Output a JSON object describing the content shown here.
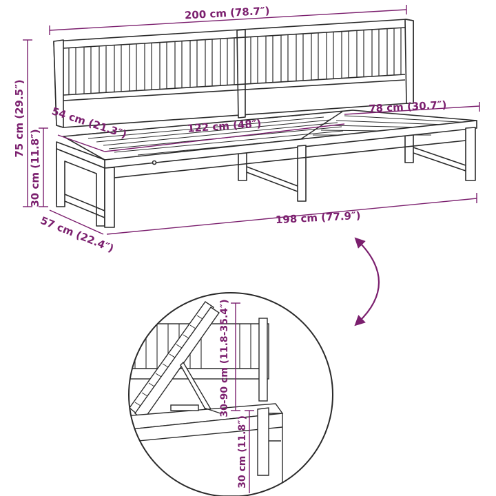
{
  "colors": {
    "dimension": "#7b1f6e",
    "outline": "#2a2a2a",
    "background": "#ffffff"
  },
  "dimensions": {
    "backrest_width": "200 cm (78.7″)",
    "total_height": "75 cm (29.5″)",
    "seat_height": "30 cm (11.8″)",
    "depth": "57 cm (22.4″)",
    "seat_depth": "54 cm (21.3″)",
    "left_seat_length": "122 cm (48″)",
    "right_seat_length": "78 cm (30.7″)",
    "base_length": "198 cm (77.9″)"
  },
  "detail": {
    "recline_range": "30-90 cm (11.8-35.4″)",
    "seat_height": "30 cm (11.8″)"
  }
}
